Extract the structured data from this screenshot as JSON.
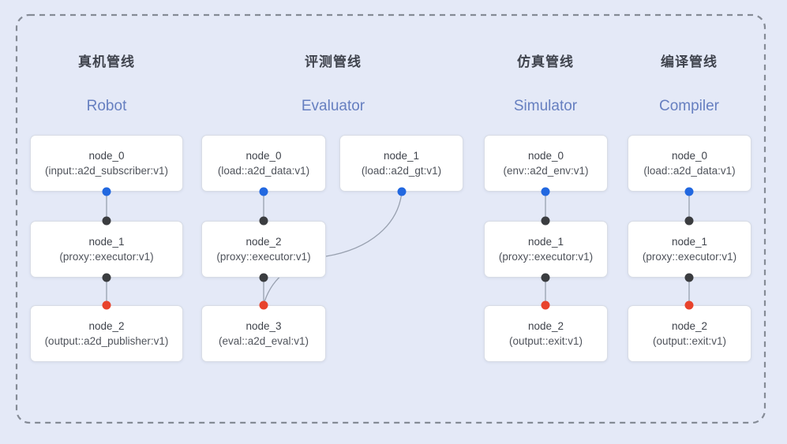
{
  "diagram": {
    "pipelines": [
      {
        "title_zh": "真机管线",
        "title_en": "Robot",
        "nodes": [
          {
            "name": "node_0",
            "type": "(input::a2d_subscriber:v1)"
          },
          {
            "name": "node_1",
            "type": "(proxy::executor:v1)"
          },
          {
            "name": "node_2",
            "type": "(output::a2d_publisher:v1)"
          }
        ]
      },
      {
        "title_zh": "评测管线",
        "title_en": "Evaluator",
        "nodes": [
          {
            "name": "node_0",
            "type": "(load::a2d_data:v1)"
          },
          {
            "name": "node_1",
            "type": "(load::a2d_gt:v1)"
          },
          {
            "name": "node_2",
            "type": "(proxy::executor:v1)"
          },
          {
            "name": "node_3",
            "type": "(eval::a2d_eval:v1)"
          }
        ]
      },
      {
        "title_zh": "仿真管线",
        "title_en": "Simulator",
        "nodes": [
          {
            "name": "node_0",
            "type": "(env::a2d_env:v1)"
          },
          {
            "name": "node_1",
            "type": "(proxy::executor:v1)"
          },
          {
            "name": "node_2",
            "type": "(output::exit:v1)"
          }
        ]
      },
      {
        "title_zh": "编译管线",
        "title_en": "Compiler",
        "nodes": [
          {
            "name": "node_0",
            "type": "(load::a2d_data:v1)"
          },
          {
            "name": "node_1",
            "type": "(proxy::executor:v1)"
          },
          {
            "name": "node_2",
            "type": "(output::exit:v1)"
          }
        ]
      }
    ],
    "edges": [
      {
        "pipeline": "Robot",
        "from": "node_0",
        "to": "node_1",
        "from_port": "blue",
        "to_port": "black",
        "style": "straight"
      },
      {
        "pipeline": "Robot",
        "from": "node_1",
        "to": "node_2",
        "from_port": "black",
        "to_port": "red",
        "style": "straight"
      },
      {
        "pipeline": "Evaluator",
        "from": "node_0",
        "to": "node_2",
        "from_port": "blue",
        "to_port": "black",
        "style": "straight"
      },
      {
        "pipeline": "Evaluator",
        "from": "node_1",
        "to": "node_3",
        "from_port": "blue",
        "to_port": "red",
        "style": "curved"
      },
      {
        "pipeline": "Evaluator",
        "from": "node_2",
        "to": "node_3",
        "from_port": "black",
        "to_port": "red",
        "style": "straight"
      },
      {
        "pipeline": "Simulator",
        "from": "node_0",
        "to": "node_1",
        "from_port": "blue",
        "to_port": "black",
        "style": "straight"
      },
      {
        "pipeline": "Simulator",
        "from": "node_1",
        "to": "node_2",
        "from_port": "black",
        "to_port": "red",
        "style": "straight"
      },
      {
        "pipeline": "Compiler",
        "from": "node_0",
        "to": "node_1",
        "from_port": "blue",
        "to_port": "black",
        "style": "straight"
      },
      {
        "pipeline": "Compiler",
        "from": "node_1",
        "to": "node_2",
        "from_port": "black",
        "to_port": "red",
        "style": "straight"
      }
    ]
  },
  "colors": {
    "background": "#e4e9f7",
    "frame": "#858b96",
    "box_bg": "#ffffff",
    "box_border": "#d8dce5",
    "title": "#40444e",
    "subtitle_blue": "#667fc0",
    "node_text": "#3f434b",
    "node_subtext": "#4f535b",
    "port_blue": "#2268e0",
    "port_black": "#3b3d40",
    "port_red": "#e8432c",
    "edge": "#98a0af"
  }
}
